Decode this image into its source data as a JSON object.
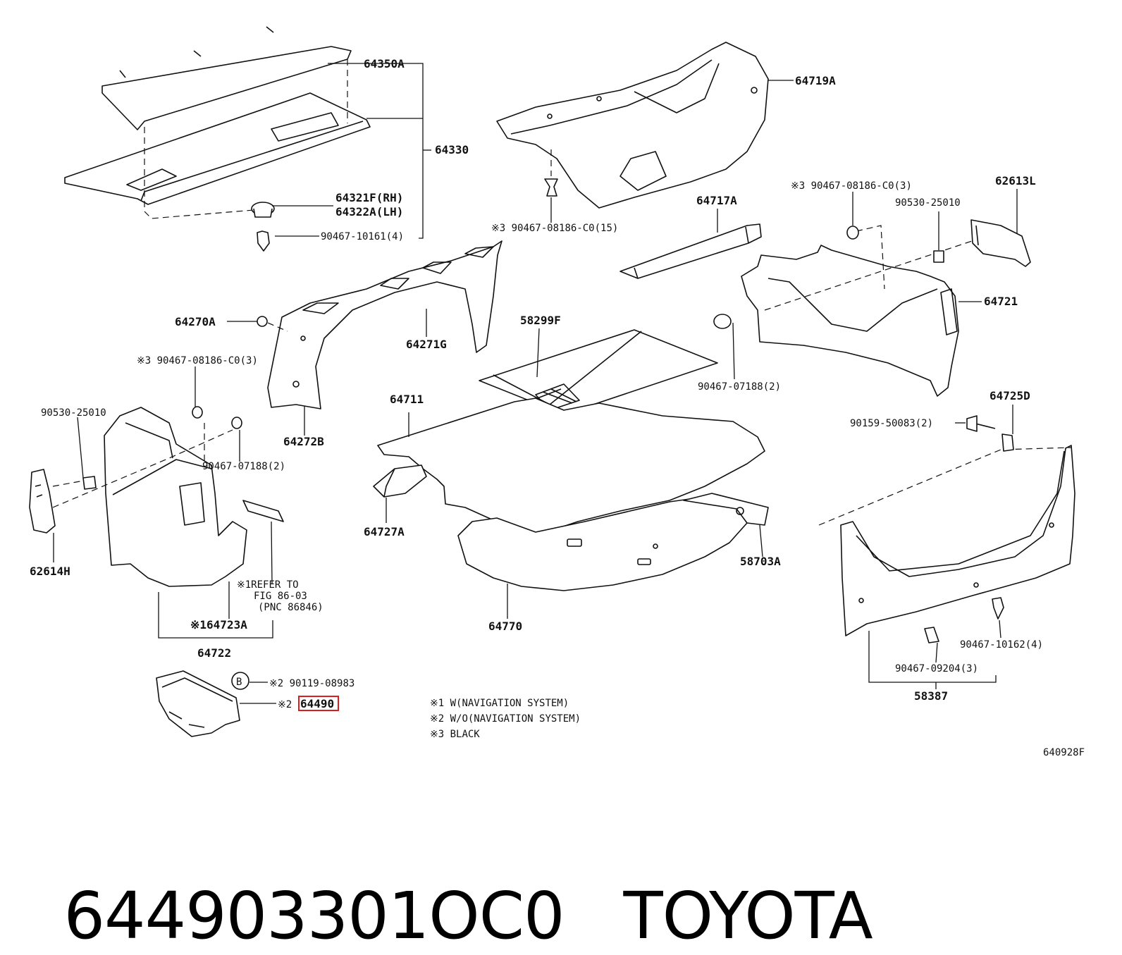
{
  "labels": {
    "p64350A": "64350A",
    "p64330": "64330",
    "p64321F": "64321F(RH)",
    "p64322A": "64322A(LH)",
    "p90467_10161": "90467-10161(4)",
    "p64719A": "64719A",
    "p90467_08186_15": "※3 90467-08186-C0(15)",
    "p64717A": "64717A",
    "p90467_08186_r3": "※3 90467-08186-C0(3)",
    "p62613L": "62613L",
    "p90530_r": "90530-25010",
    "p64721": "64721",
    "p90467_07188_r": "90467-07188(2)",
    "p64725D": "64725D",
    "p90159": "90159-50083(2)",
    "p64270A": "64270A",
    "p64271G": "64271G",
    "p58299F": "58299F",
    "p90467_08186_l3": "※3 90467-08186-C0(3)",
    "p64272B": "64272B",
    "p90530_l": "90530-25010",
    "p90467_07188_l": "90467-07188(2)",
    "p64711": "64711",
    "p62614H": "62614H",
    "p64727A": "64727A",
    "p58703A": "58703A",
    "refer1": "※1REFER TO",
    "refer2": "FIG 86-03",
    "refer3": "(PNC 86846)",
    "p64723A": "※164723A",
    "p64722": "64722",
    "p64770": "64770",
    "p90467_10162": "90467-10162(4)",
    "p90467_09204": "90467-09204(3)",
    "p58387": "58387",
    "b_circle": "B",
    "p90119": "※2 90119-08983",
    "p64490_prefix": "※2",
    "p64490": "64490",
    "note1": "※1 W(NAVIGATION SYSTEM)",
    "note2": "※2 W/O(NAVIGATION SYSTEM)",
    "note3": "※3 BLACK",
    "figcode": "640928F"
  },
  "caption": {
    "part_number": "644903301OC0",
    "brand": "TOYOTA"
  },
  "highlight_color": "#d62020"
}
